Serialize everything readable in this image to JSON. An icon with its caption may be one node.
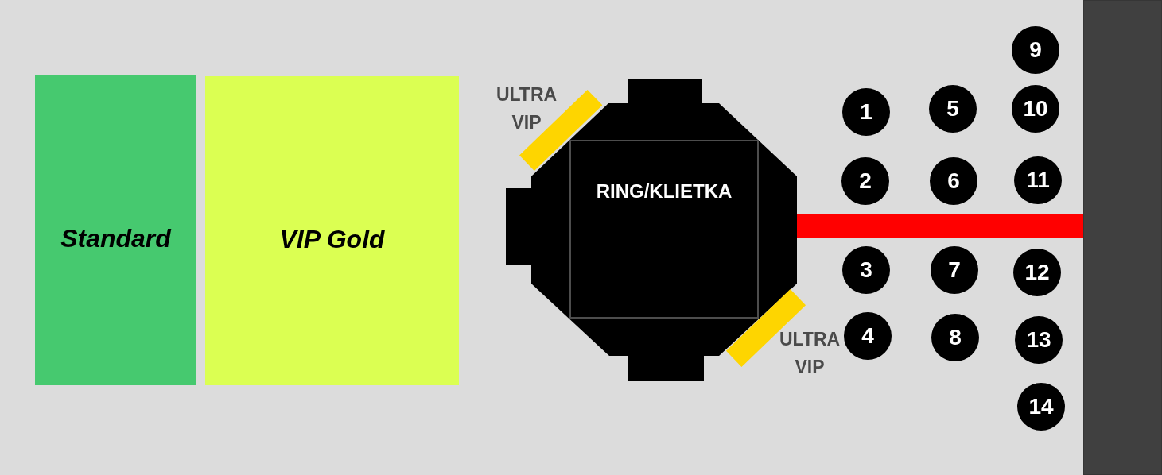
{
  "diagram": {
    "nodes": [
      {
        "text": [
          "Standard"
        ]
      },
      {
        "text": [
          "VIP Gold"
        ]
      },
      {
        "text": [
          "ULTRA VIP"
        ]
      },
      {
        "text": [
          "RING/KLIETKA"
        ]
      },
      {
        "text": [
          "ULTRA VIP"
        ]
      },
      {
        "text": [
          "1"
        ]
      },
      {
        "text": [
          "2"
        ]
      },
      {
        "text": [
          "3"
        ]
      },
      {
        "text": [
          "4"
        ]
      },
      {
        "text": [
          "5"
        ]
      },
      {
        "text": [
          "6"
        ]
      },
      {
        "text": [
          "7"
        ]
      },
      {
        "text": [
          "8"
        ]
      },
      {
        "text": [
          "9"
        ]
      },
      {
        "text": [
          "10"
        ]
      },
      {
        "text": [
          "11"
        ]
      },
      {
        "text": [
          "12"
        ]
      },
      {
        "text": [
          "13"
        ]
      },
      {
        "text": [
          "14"
        ]
      },
      {
        "text": [],
        "shape": "bar"
      },
      {
        "text": [],
        "shape": "box"
      }
    ]
  }
}
